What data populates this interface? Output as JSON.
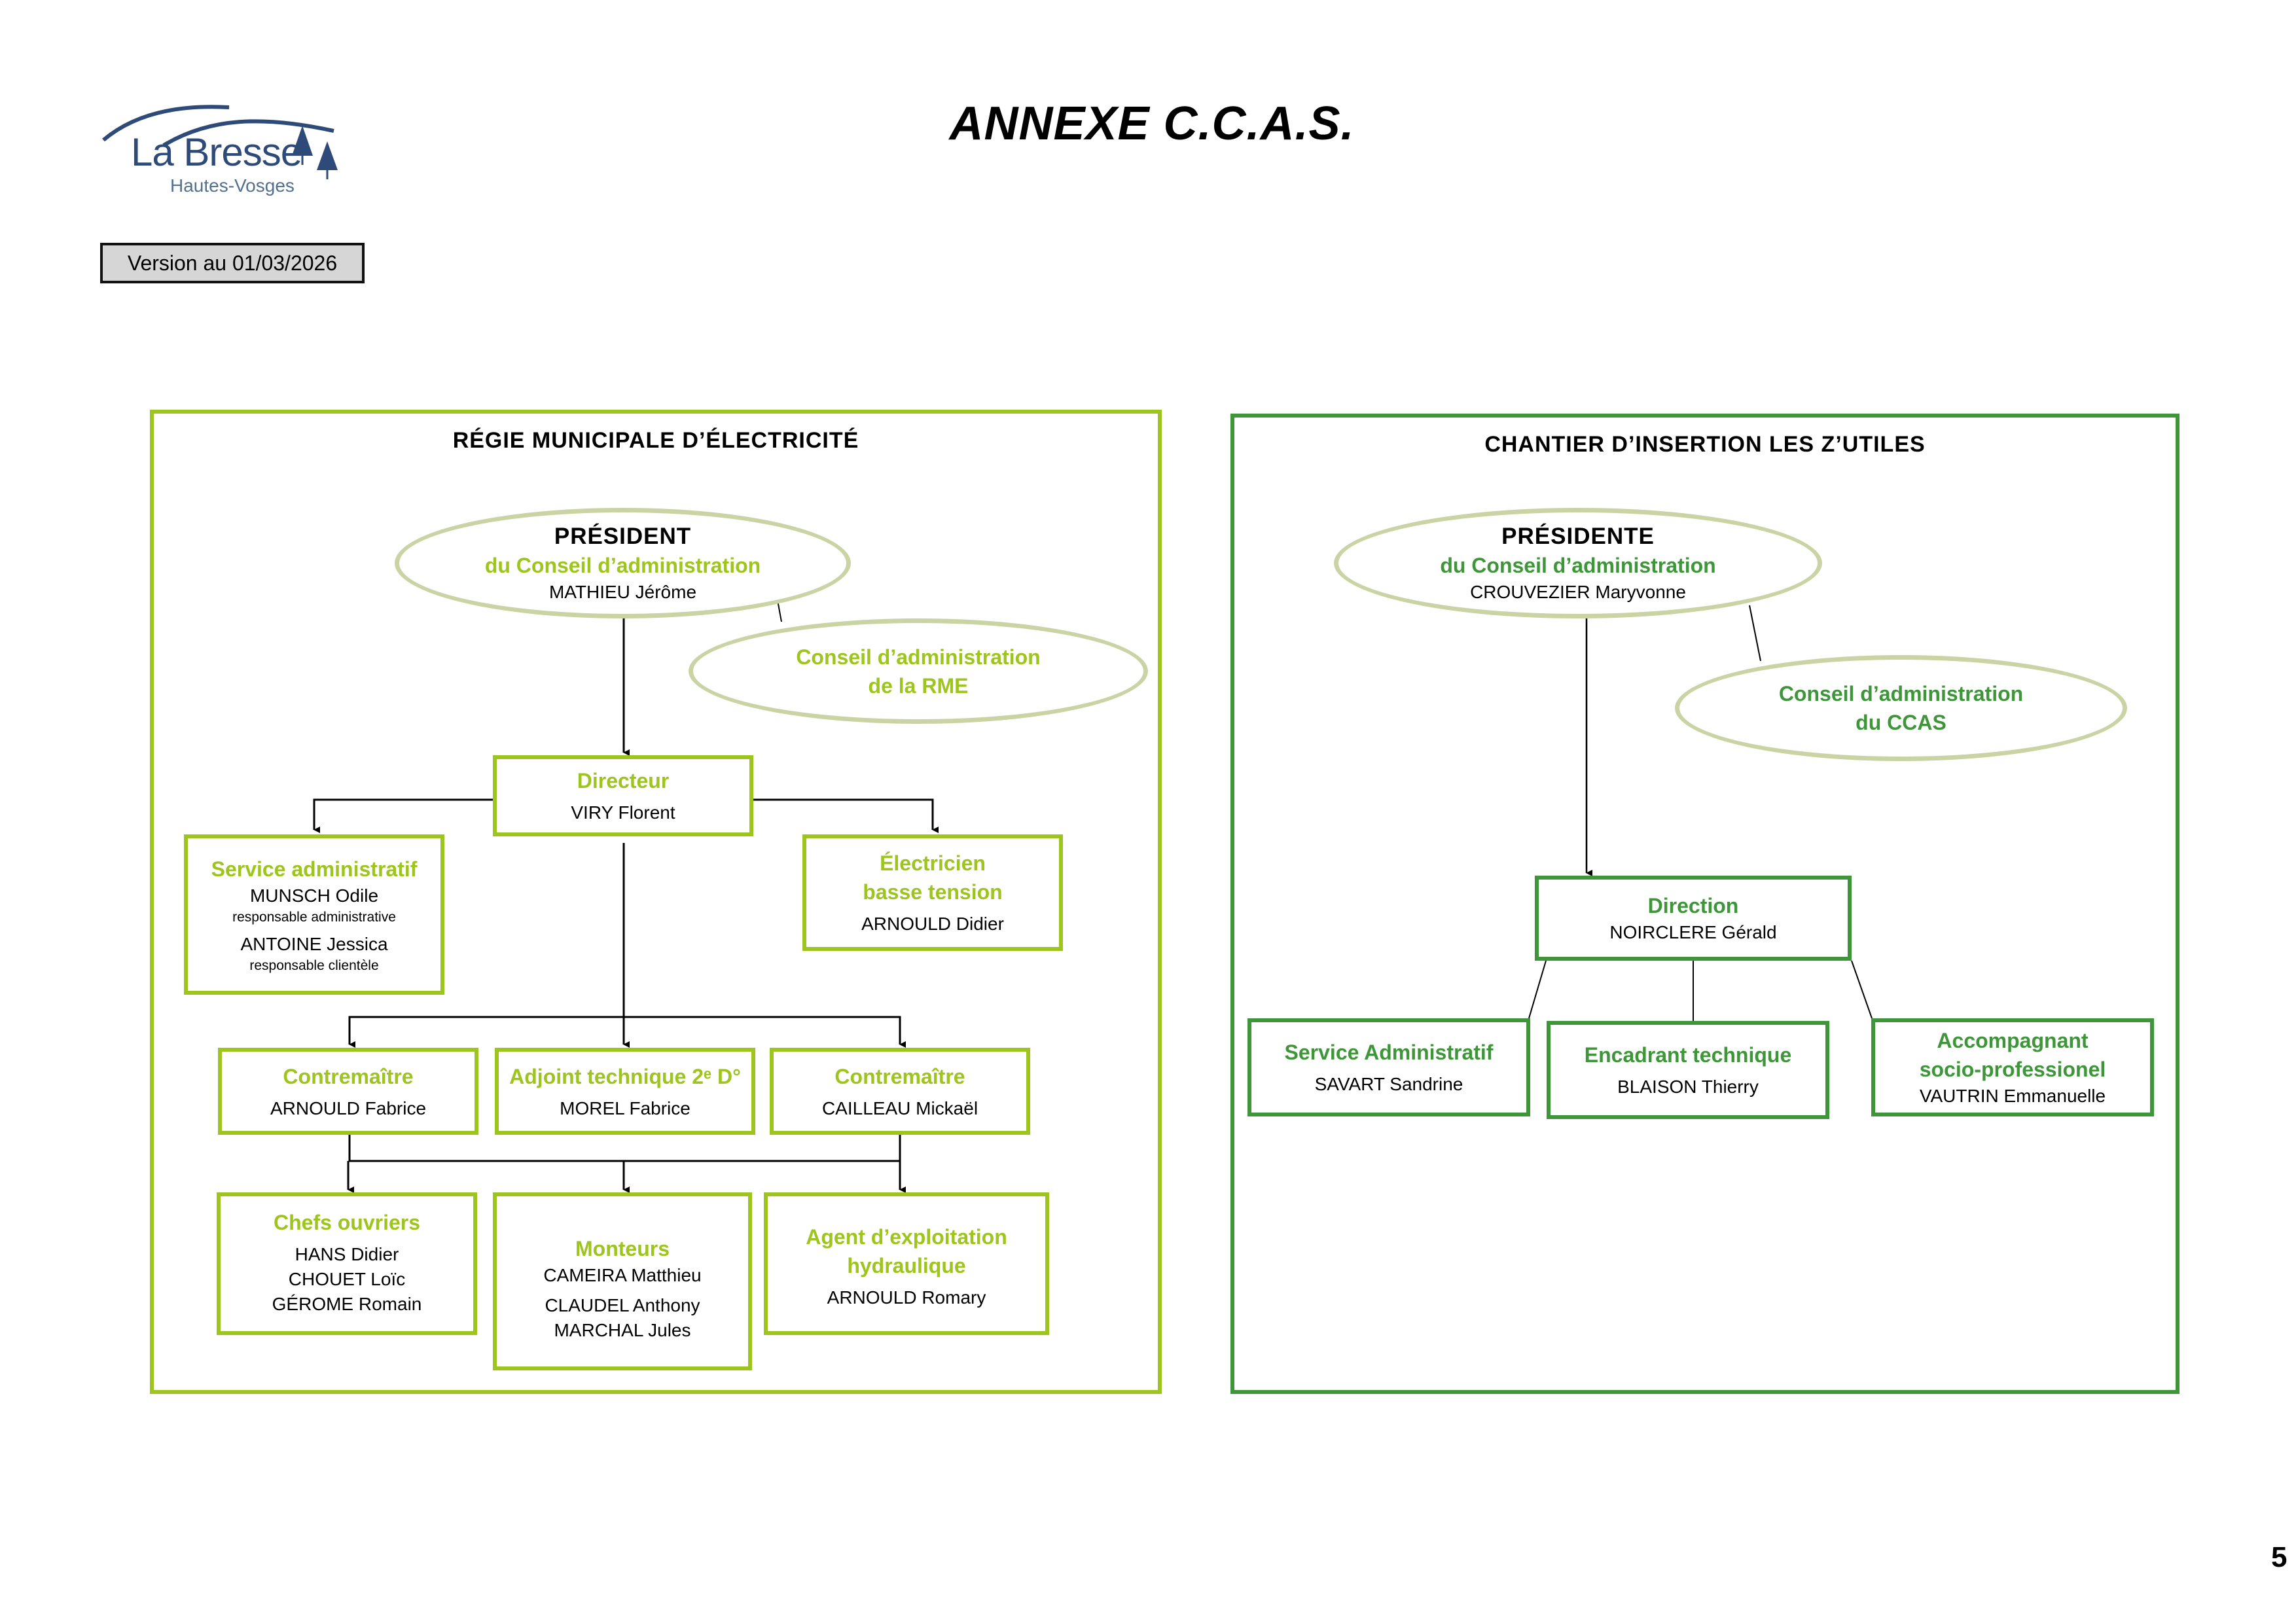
{
  "header": {
    "title": "ANNEXE C.C.A.S.",
    "logo": {
      "name": "La Bresse",
      "subtitle": "Hautes-Vosges",
      "icon": "mountain-trees-logo-icon",
      "color": "#2e4a78"
    },
    "version": "Version au 01/03/2026"
  },
  "page_number": "5",
  "colors": {
    "rme_green": "#9ec41e",
    "ccas_green": "#3f963a",
    "ellipse_border": "#c9d3a4",
    "line": "#000000"
  },
  "rme": {
    "heading": "RÉGIE MUNICIPALE D’ÉLECTRICITÉ",
    "president": {
      "title": "PRÉSIDENT",
      "subtitle": "du Conseil d’administration",
      "name": "MATHIEU Jérôme"
    },
    "conseil": {
      "line1": "Conseil d’administration",
      "line2": "de la RME"
    },
    "directeur": {
      "role": "Directeur",
      "name": "VIRY Florent"
    },
    "service_admin": {
      "role": "Service administratif",
      "people": [
        {
          "name": "MUNSCH Odile",
          "note": "responsable administrative"
        },
        {
          "name": "ANTOINE Jessica",
          "note": "responsable clientèle"
        }
      ]
    },
    "electricien": {
      "role_line1": "Électricien",
      "role_line2": "basse tension",
      "name": "ARNOULD Didier"
    },
    "contremaitre1": {
      "role": "Contremaître",
      "name": "ARNOULD Fabrice"
    },
    "adjoint": {
      "role": "Adjoint technique 2ᵉ D°",
      "name": "MOREL Fabrice"
    },
    "contremaitre2": {
      "role": "Contremaître",
      "name": "CAILLEAU Mickaël"
    },
    "chefs_ouvriers": {
      "role": "Chefs ouvriers",
      "names": [
        "HANS Didier",
        "CHOUET Loïc",
        "GÉROME Romain"
      ]
    },
    "monteurs": {
      "role": "Monteurs",
      "names": [
        "CAMEIRA Matthieu",
        "CLAUDEL Anthony",
        "MARCHAL Jules"
      ]
    },
    "agent": {
      "role_line1": "Agent d’exploitation",
      "role_line2": "hydraulique",
      "name": "ARNOULD Romary"
    }
  },
  "ccas": {
    "heading": "CHANTIER D’INSERTION LES Z’UTILES",
    "presidente": {
      "title": "PRÉSIDENTE",
      "subtitle": "du Conseil d’administration",
      "name": "CROUVEZIER Maryvonne"
    },
    "conseil": {
      "line1": "Conseil d’administration",
      "line2": "du CCAS"
    },
    "direction": {
      "role": "Direction",
      "name": "NOIRCLERE Gérald"
    },
    "service_admin": {
      "role": "Service Administratif",
      "name": "SAVART Sandrine"
    },
    "encadrant": {
      "role": "Encadrant technique",
      "name": "BLAISON Thierry"
    },
    "accompagnant": {
      "role_line1": "Accompagnant",
      "role_line2": "socio-professionel",
      "name": "VAUTRIN Emmanuelle"
    }
  }
}
